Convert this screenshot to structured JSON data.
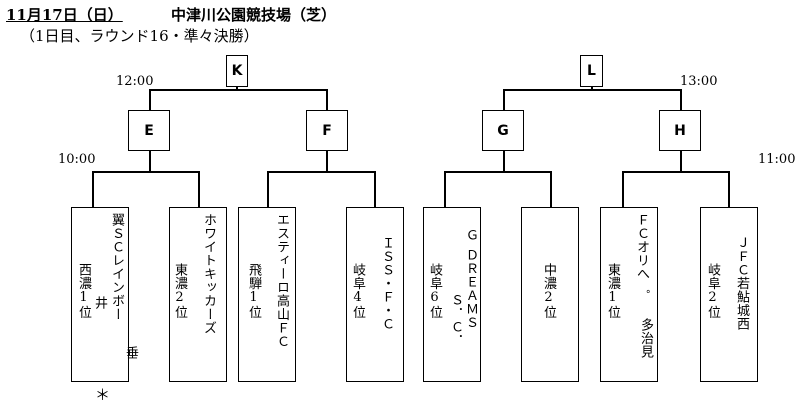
{
  "header": {
    "date": "11月17日（日）",
    "venue": "中津川公園競技場（芝）",
    "subtitle": "（1日目、ラウンド16・準々決勝）"
  },
  "times": {
    "k": "12:00",
    "l": "13:00",
    "left": "10:00",
    "right": "11:00"
  },
  "matches": {
    "k": "K",
    "l": "L",
    "e": "E",
    "f": "F",
    "g": "G",
    "h": "H"
  },
  "teams": [
    {
      "name": "翼ＳＣレインボー垂井",
      "name_col1": "翼ＳＣレインボー",
      "name_col2": "垂",
      "name_col3": "井",
      "seed": "西濃1位",
      "mark": "＊"
    },
    {
      "name": "ホワイトキッカーズ",
      "seed": "東濃2位"
    },
    {
      "name": "エスティーロ高山ＦＣ",
      "seed": "飛騨1位"
    },
    {
      "name": "ＩＳＳ・Ｆ・Ｃ",
      "seed": "岐阜4位"
    },
    {
      "name": "Ｇ ＤＲＥＡＭＳ Ｓ．Ｃ．",
      "name_col1": "Ｇ",
      "name_col2": "ＤＲＥＡＭＳ",
      "name_col3": "Ｓ．Ｃ．",
      "seed": "岐阜6位"
    },
    {
      "name": "中濃2位",
      "seed": ""
    },
    {
      "name": "ＦＣオリへ゜多治見",
      "name_col1": "ＦＣオリへ゜",
      "name_col2": "多治見",
      "seed": "東濃1位"
    },
    {
      "name": "ＪＦＣ若鮎城西",
      "seed": "岐阜2位"
    }
  ]
}
